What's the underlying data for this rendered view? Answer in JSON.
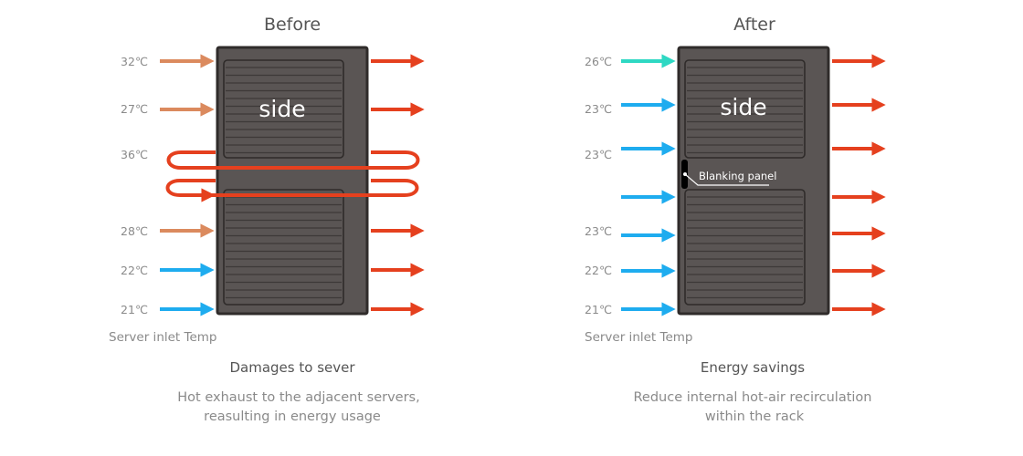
{
  "colors": {
    "hot_arrow": "#e5401e",
    "warm_arrow": "#db8a5e",
    "cool_arrow": "#1eacef",
    "teal_arrow": "#2ed8c3",
    "rack_body": "#5a5554",
    "rack_edge": "#2f2b2a",
    "vent_line": "#3d3938",
    "text_main": "#555555",
    "text_light": "#8a8a8a"
  },
  "before": {
    "title": "Before",
    "side_label": "side",
    "temps": [
      "32℃",
      "27℃",
      "36℃",
      "28℃",
      "22℃",
      "21℃"
    ],
    "inlet_caption": "Server inlet Temp",
    "heading": "Damages to sever",
    "desc_line1": "Hot exhaust to the adjacent servers,",
    "desc_line2": "reasulting in energy usage"
  },
  "after": {
    "title": "After",
    "side_label": "side",
    "temps": [
      "26℃",
      "23℃",
      "23℃",
      "23℃",
      "22℃",
      "21℃"
    ],
    "blanking_label": "Blanking panel",
    "inlet_caption": "Server inlet Temp",
    "heading": "Energy savings",
    "desc_line1": "Reduce internal hot-air recirculation",
    "desc_line2": "within the rack"
  }
}
